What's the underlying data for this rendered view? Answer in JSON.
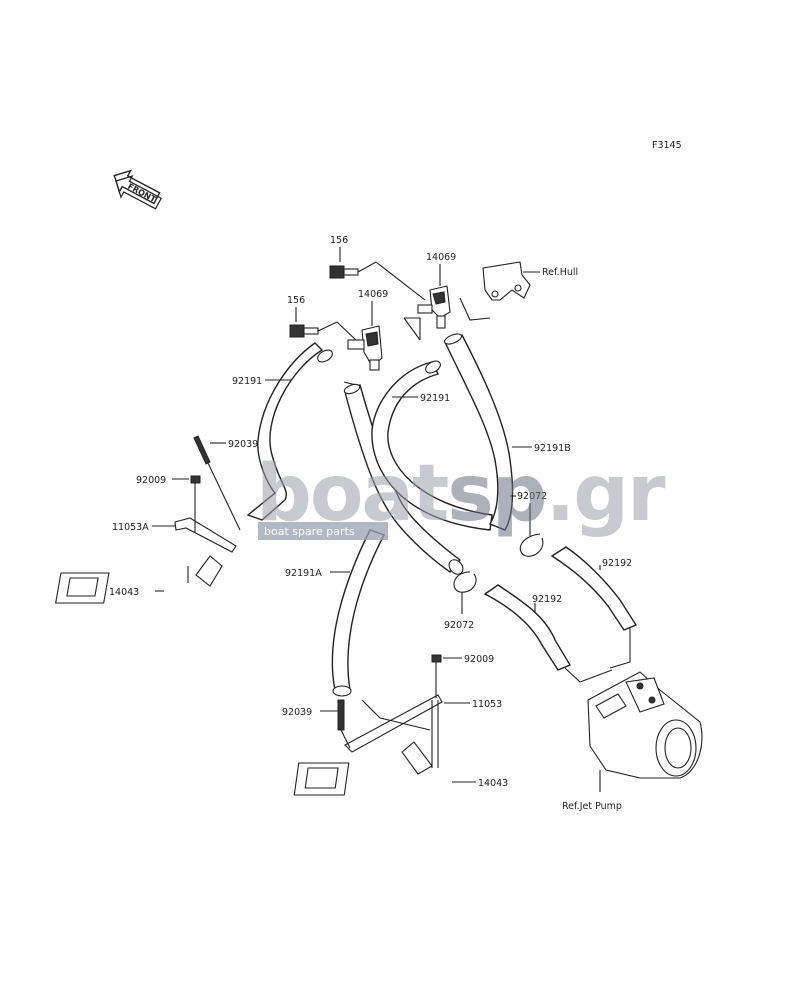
{
  "figure_code": "F3145",
  "front_arrow": "FRONT",
  "watermark": {
    "brand": "boatsp.gr",
    "brand_a": "boat",
    "brand_b": "sp",
    "brand_c": ".gr",
    "tagline": "boat spare parts"
  },
  "labels": {
    "156_top": "156",
    "156_mid": "156",
    "14069_top": "14069",
    "14069_mid": "14069",
    "ref_hull": "Ref.Hull",
    "92191_left": "92191",
    "92191_center": "92191",
    "92191B": "92191B",
    "92039_left": "92039",
    "92009_left": "92009",
    "11053A": "11053A",
    "14043_left": "14043",
    "92191A": "92191A",
    "92072_right": "92072",
    "92072_center": "92072",
    "92192_right": "92192",
    "92192_center": "92192",
    "92009_right": "92009",
    "92039_right": "92039",
    "11053": "11053",
    "14043_right": "14043",
    "ref_jet_pump": "Ref.Jet Pump"
  }
}
